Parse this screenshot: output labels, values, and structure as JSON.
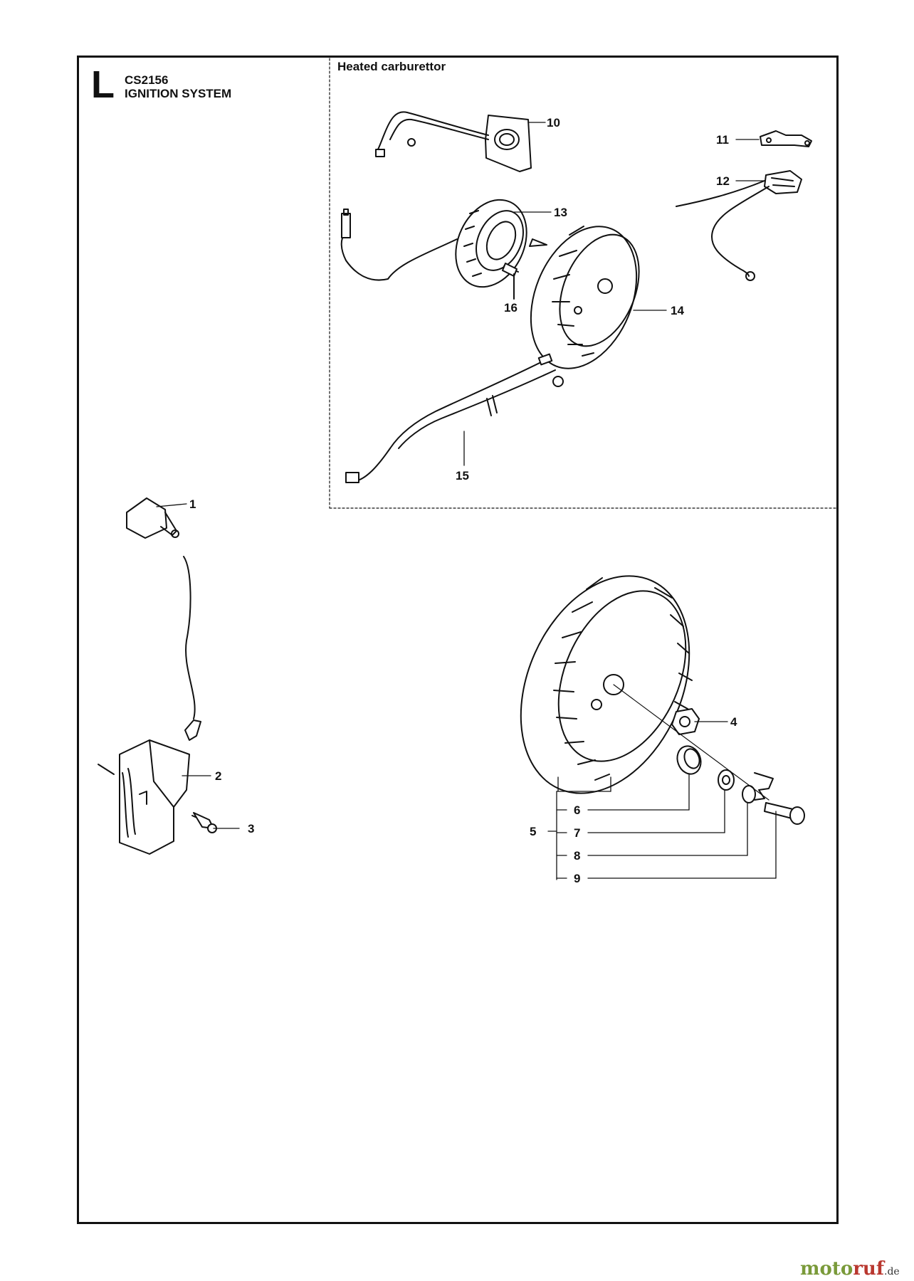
{
  "header": {
    "section_letter": "L",
    "model": "CS2156",
    "title": "IGNITION SYSTEM"
  },
  "inset": {
    "label": "Heated carburettor"
  },
  "callouts": {
    "c1": "1",
    "c2": "2",
    "c3": "3",
    "c4": "4",
    "c5": "5",
    "c6": "6",
    "c7": "7",
    "c8": "8",
    "c9": "9",
    "c10": "10",
    "c11": "11",
    "c12": "12",
    "c13": "13",
    "c14": "14",
    "c15": "15",
    "c16": "16"
  },
  "watermark": {
    "part1": "moto",
    "part2": "ruf",
    "part3": ".de"
  }
}
